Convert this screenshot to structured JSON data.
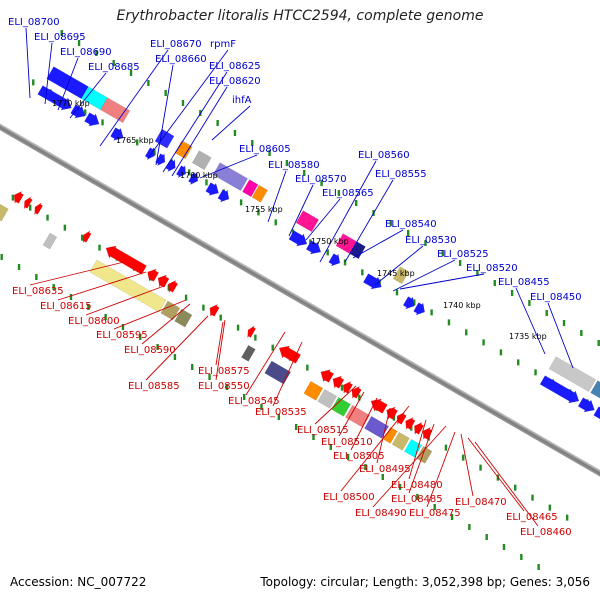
{
  "map": {
    "title": "Erythrobacter litoralis HTCC2594, complete genome",
    "accession_text": "Accession: NC_007722",
    "stats_text": "Topology: circular; Length: 3,052,398 bp; Genes: 3,056",
    "kbp_ticks": [
      "1770 kbp",
      "1765 kbp",
      "1760 kbp",
      "1755 kbp",
      "1750 kbp",
      "1745 kbp",
      "1740 kbp",
      "1735 kbp"
    ],
    "top_labels": [
      "ELI_08700",
      "ELI_08695",
      "ELI_08690",
      "ELI_08685",
      "ELI_08670",
      "rpmF",
      "ELI_08660",
      "ELI_08625",
      "ELI_08620",
      "ihfA",
      "ELI_08605",
      "ELI_08580",
      "ELI_08570",
      "ELI_08565",
      "ELI_08560",
      "ELI_08555",
      "ELI_08540",
      "ELI_08530",
      "ELI_08525",
      "ELI_08520",
      "ELI_08455",
      "ELI_08450"
    ],
    "bottom_labels": [
      "ELI_08635",
      "ELI_08615",
      "ELI_08600",
      "ELI_08595",
      "ELI_08590",
      "ELI_08575",
      "ELI_08585",
      "ELI_08550",
      "ELI_08545",
      "ELI_08535",
      "ELI_08515",
      "ELI_08510",
      "ELI_08505",
      "ELI_08495",
      "ELI_08500",
      "ELI_08480",
      "ELI_08485",
      "ELI_08490",
      "ELI_08475",
      "ELI_08470",
      "ELI_08465",
      "ELI_08460"
    ],
    "colors": {
      "top_label": "#0000cc",
      "bottom_label": "#cc0000",
      "backbone": "#808080",
      "tick": "#228b22",
      "forward_gene": "#1a1aff",
      "reverse_gene": "#ff0000"
    }
  }
}
